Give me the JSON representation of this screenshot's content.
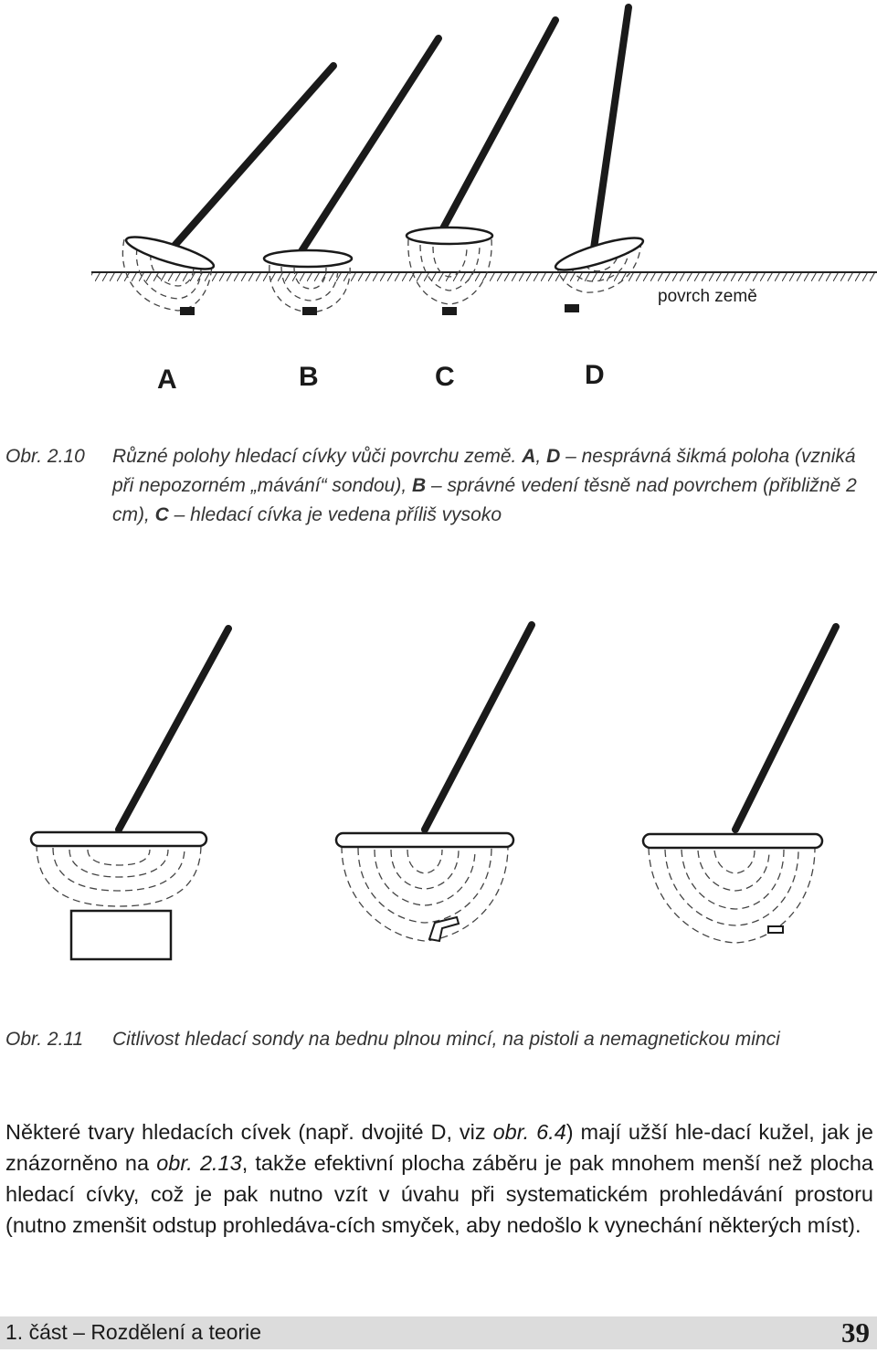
{
  "figure1": {
    "labels": [
      "A",
      "B",
      "C",
      "D"
    ],
    "ground_label": "povrch země"
  },
  "caption1": {
    "number": "Obr. 2.10",
    "p1": "Různé polohy hledací cívky vůči povrchu země. ",
    "b1": "A",
    "p2": ", ",
    "b2": "D",
    "p3": " – nesprávná šikmá poloha (vzniká při nepozorném „mávání“ sondou), ",
    "b3": "B",
    "p4": " – správné vedení těsně nad povrchem (přibližně 2 cm), ",
    "b4": "C",
    "p5": " – hledací cívka je vedena příliš vysoko"
  },
  "caption2": {
    "number": "Obr. 2.11",
    "text": "Citlivost hledací sondy na bednu plnou mincí, na pistoli a nemagnetickou minci"
  },
  "body": {
    "t1": "Některé tvary hledacích cívek (např. dvojité D, viz ",
    "r1": "obr. 6.4",
    "t2": ") mají užší hle-dací kužel, jak je znázorněno na ",
    "r2": "obr. 2.13",
    "t3": ", takže efektivní plocha záběru je pak mnohem menší než plocha hledací cívky, což je pak nutno vzít v úvahu při systematickém prohledávání prostoru (nutno zmenšit odstup prohledáva-cích smyček, aby nedošlo k vynechání některých míst)."
  },
  "footer": {
    "chapter": "1. část – Rozdělení a teorie",
    "page": "39"
  }
}
